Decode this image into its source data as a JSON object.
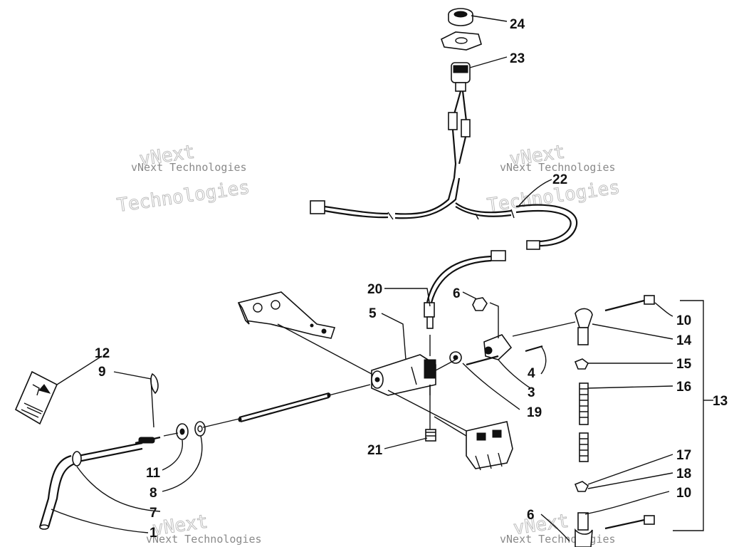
{
  "callouts": {
    "n24": "24",
    "n23": "23",
    "n22": "22",
    "n20": "20",
    "n6a": "6",
    "n5": "5",
    "n10a": "10",
    "n14": "14",
    "n15": "15",
    "n16": "16",
    "n13": "13",
    "n12": "12",
    "n9": "9",
    "n4": "4",
    "n3": "3",
    "n19": "19",
    "n21": "21",
    "n11": "11",
    "n8": "8",
    "n7": "7",
    "n1": "1",
    "n17": "17",
    "n18": "18",
    "n10b": "10",
    "n6b": "6"
  },
  "watermark": {
    "line1": "vNext",
    "line2": "Technologies",
    "small": "vNext Technologies"
  }
}
